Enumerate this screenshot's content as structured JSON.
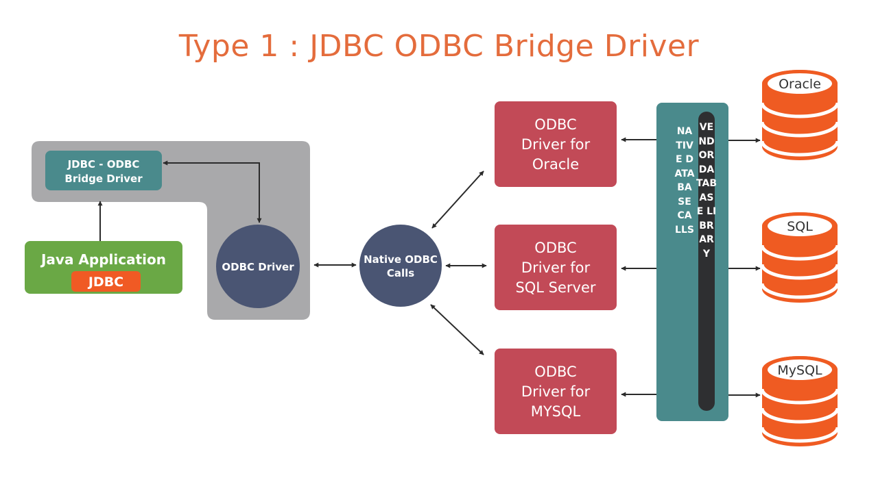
{
  "title": "Type 1 : JDBC ODBC Bridge Driver",
  "colors": {
    "title": "#e46c3c",
    "gray_panel": "#a9a9ab",
    "teal": "#4a8a8c",
    "green": "#6aa845",
    "orange": "#f05a24",
    "navy": "#4a5573",
    "crimson": "#c24a57",
    "dark_bar": "#2e2f31",
    "db_orange": "#ef5b22"
  },
  "bridge": {
    "line1": "JDBC - ODBC",
    "line2": "Bridge Driver"
  },
  "java_app": {
    "label": "Java Application",
    "badge": "JDBC"
  },
  "odbc_driver": {
    "label": "ODBC Driver"
  },
  "native_calls": {
    "line1": "Native ODBC",
    "line2": "Calls"
  },
  "drivers": [
    {
      "line1": "ODBC",
      "line2": "Driver for",
      "line3": "Oracle"
    },
    {
      "line1": "ODBC",
      "line2": "Driver for",
      "line3": "SQL Server"
    },
    {
      "line1": "ODBC",
      "line2": "Driver for",
      "line3": "MYSQL"
    }
  ],
  "native_db_calls": "NATIVE DATABASE CALLS",
  "vendor_db_library": "VENDOR DATABASE LIBRARY",
  "databases": [
    {
      "label": "Oracle",
      "icon": "database-icon"
    },
    {
      "label": "SQL",
      "icon": "database-icon"
    },
    {
      "label": "MySQL",
      "icon": "database-icon"
    }
  ]
}
